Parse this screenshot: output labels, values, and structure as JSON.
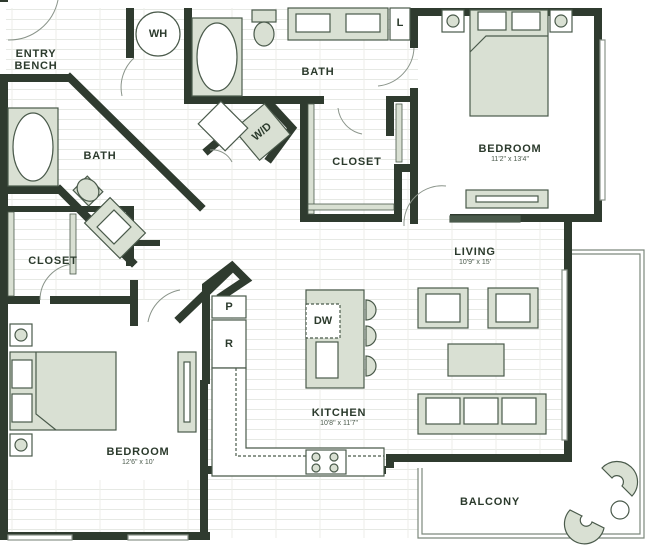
{
  "rooms": {
    "entry_bench": "ENTRY\nBENCH",
    "bath_top": "BATH",
    "bath_left": "BATH",
    "closet_center": "CLOSET",
    "closet_left": "CLOSET",
    "bedroom_main": "BEDROOM",
    "bedroom_main_dim": "11'2\" x 13'4\"",
    "bedroom_second": "BEDROOM",
    "bedroom_second_dim": "12'6\" x 10'",
    "living": "LIVING",
    "living_dim": "10'9\" x 15'",
    "kitchen": "KITCHEN",
    "kitchen_dim": "10'8\" x 11'7\"",
    "balcony": "BALCONY"
  },
  "fixtures": {
    "water_heater": "WH",
    "washer_dryer": "W/D",
    "linen": "L",
    "dishwasher": "DW",
    "pantry": "P",
    "refrigerator": "R"
  },
  "colors": {
    "wall": "#2f3b2f",
    "fixture_fill": "#d9e0d3",
    "fixture_stroke": "#4a5a4b",
    "floor_line": "#e6e9e4",
    "text": "#2b3a2c"
  }
}
